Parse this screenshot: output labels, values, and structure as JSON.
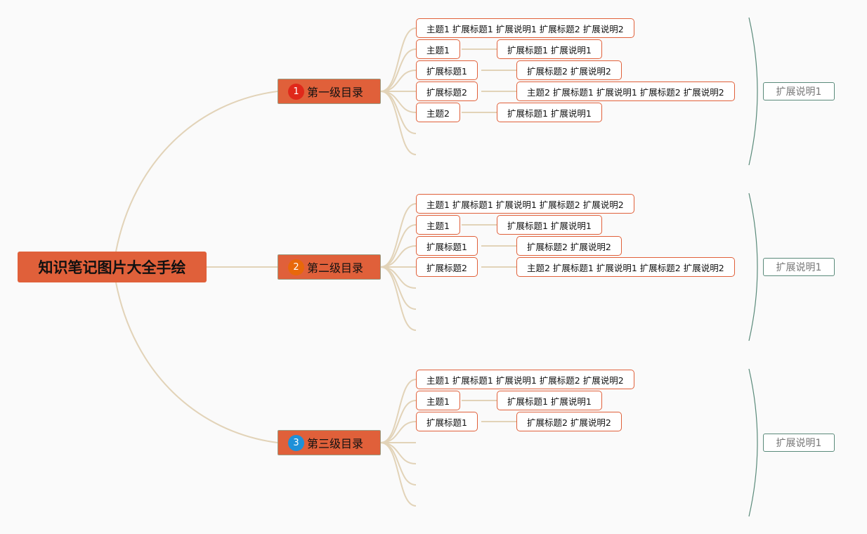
{
  "root": {
    "title": "知识笔记图片大全手绘"
  },
  "colors": {
    "branch": "#e0603a",
    "line": "#e2d3b8",
    "bracket": "#5a8a7a"
  },
  "sections": [
    {
      "title": "第一级目录",
      "badge": "1",
      "badge_color": "#e0281a",
      "summary": "扩展说明1",
      "empty_branches": 2,
      "rows": [
        {
          "label": "主题1 扩展标题1 扩展说明1 扩展标题2 扩展说明2"
        },
        {
          "label": "主题1",
          "ext": "扩展标题1 扩展说明1"
        },
        {
          "label": "扩展标题1",
          "ext": "扩展标题2 扩展说明2"
        },
        {
          "label": "扩展标题2",
          "ext": "主题2 扩展标题1 扩展说明1 扩展标题2 扩展说明2"
        },
        {
          "label": "主题2",
          "ext": "扩展标题1 扩展说明1"
        }
      ]
    },
    {
      "title": "第二级目录",
      "badge": "2",
      "badge_color": "#e8680a",
      "summary": "扩展说明1",
      "empty_branches": 3,
      "rows": [
        {
          "label": "主题1 扩展标题1 扩展说明1 扩展标题2 扩展说明2"
        },
        {
          "label": "主题1",
          "ext": "扩展标题1 扩展说明1"
        },
        {
          "label": "扩展标题1",
          "ext": "扩展标题2 扩展说明2"
        },
        {
          "label": "扩展标题2",
          "ext": "主题2 扩展标题1 扩展说明1 扩展标题2 扩展说明2"
        }
      ]
    },
    {
      "title": "第三级目录",
      "badge": "3",
      "badge_color": "#1e90d8",
      "summary": "扩展说明1",
      "empty_branches": 4,
      "rows": [
        {
          "label": "主题1 扩展标题1 扩展说明1 扩展标题2 扩展说明2"
        },
        {
          "label": "主题1",
          "ext": "扩展标题1 扩展说明1"
        },
        {
          "label": "扩展标题1",
          "ext": "扩展标题2 扩展说明2"
        }
      ]
    }
  ]
}
